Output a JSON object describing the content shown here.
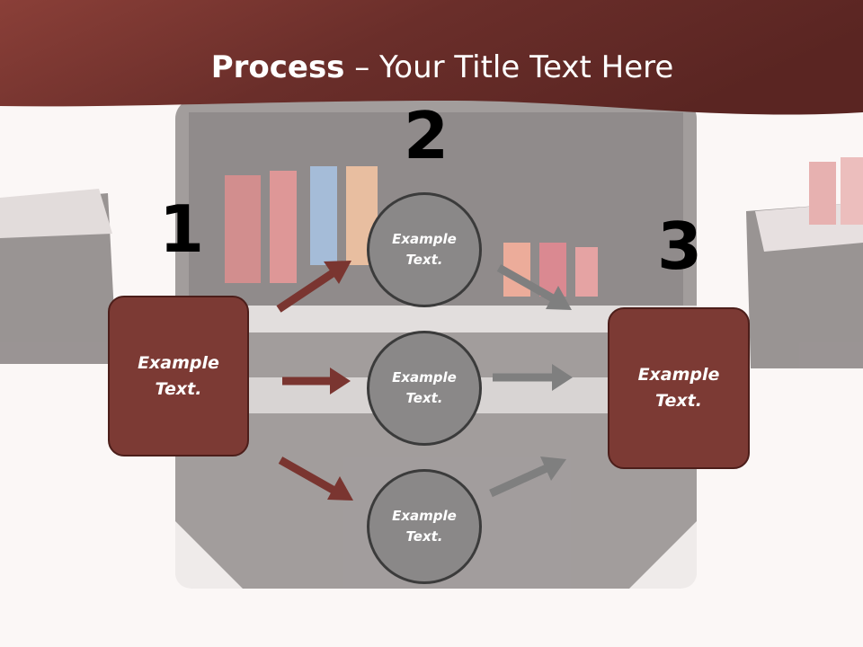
{
  "title": {
    "bold": "Process",
    "rest": " – Your Title Text Here"
  },
  "steps": {
    "one": "1",
    "two": "2",
    "three": "3"
  },
  "left_box": {
    "label": "Example\nText."
  },
  "right_box": {
    "label": "Example\nText."
  },
  "circles": [
    {
      "label": "Example\nText."
    },
    {
      "label": "Example\nText."
    },
    {
      "label": "Example\nText."
    }
  ],
  "colors": {
    "header": "#7a3530",
    "box": "#7c3a34",
    "circle": "#8a8888",
    "arrow_red": "#7a3530",
    "arrow_gray": "#7f7f7f"
  }
}
